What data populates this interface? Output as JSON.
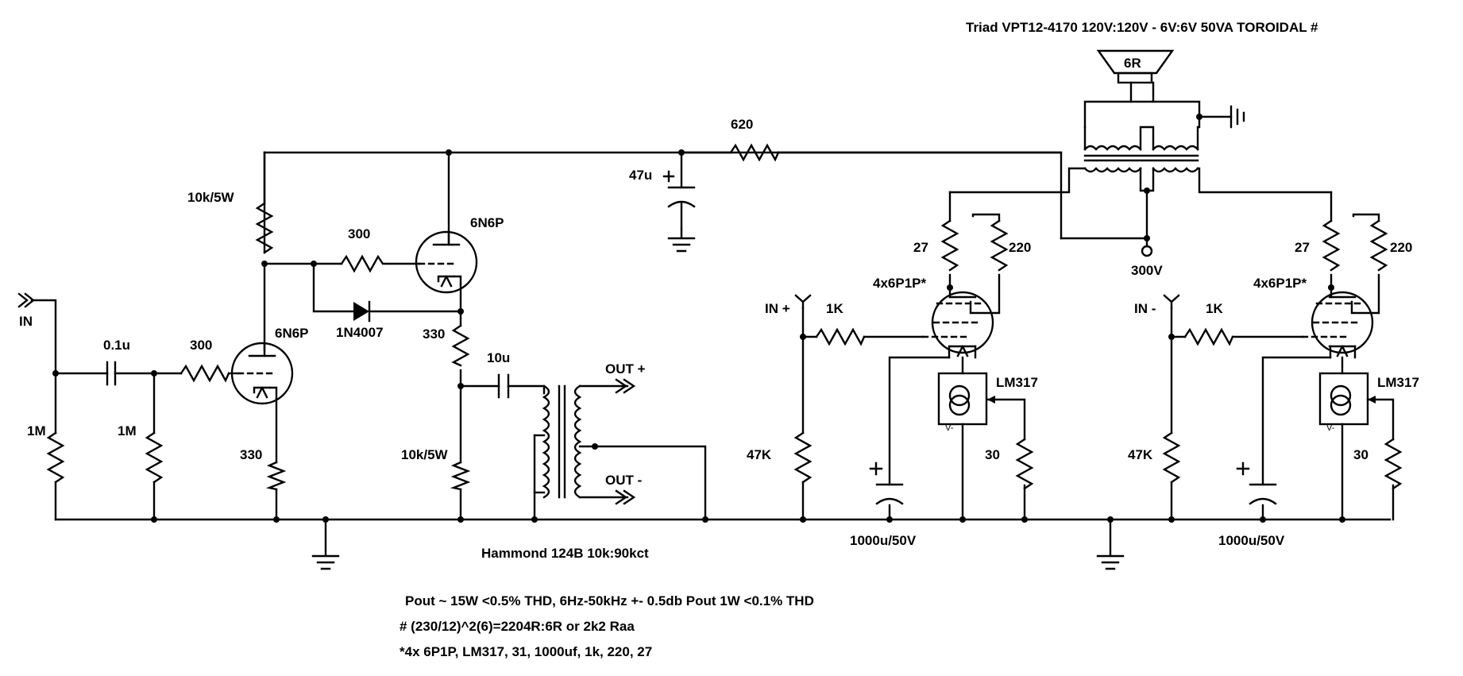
{
  "transformer_out": "Triad VPT12-4170  120V:120V - 6V:6V 50VA TOROIDAL #",
  "transformer_in": "Hammond 124B 10k:90kct",
  "speaker": "6R",
  "in_label": "IN",
  "out_plus": "OUT +",
  "out_minus": "OUT -",
  "in_plus": "IN +",
  "in_minus": "IN -",
  "b_plus": "300V",
  "parts": {
    "c_in": "0.1u",
    "r_in1": "1M",
    "r_in2": "1M",
    "r_grid1": "300",
    "v1": "6N6P",
    "r_k1": "330",
    "r_plate1": "10k/5W",
    "r_grid2": "300",
    "v2": "6N6P",
    "diode": "1N4007",
    "r_k2": "330",
    "c_coup": "10u",
    "r_load2": "10k/5W",
    "r_dec": "620",
    "c_dec": "47u",
    "r_sg_a": "27",
    "r_g2_a": "220",
    "v_out_a": "4x6P1P*",
    "r_in_a": "1K",
    "r_gl_a": "47K",
    "ccs_a": "LM317",
    "r_set_a": "30",
    "c_k_a": "1000u/50V",
    "vminus_a": "V-",
    "r_sg_b": "27",
    "r_g2_b": "220",
    "v_out_b": "4x6P1P*",
    "r_in_b": "1K",
    "r_gl_b": "47K",
    "ccs_b": "LM317",
    "r_set_b": "30",
    "c_k_b": "1000u/50V",
    "vminus_b": "V-"
  },
  "notes": [
    "Pout ~ 15W <0.5% THD, 6Hz-50kHz +- 0.5db Pout 1W <0.1% THD",
    "# (230/12)^2(6)=2204R:6R or 2k2 Raa",
    "*4x 6P1P, LM317, 31, 1000uf, 1k, 220, 27"
  ]
}
